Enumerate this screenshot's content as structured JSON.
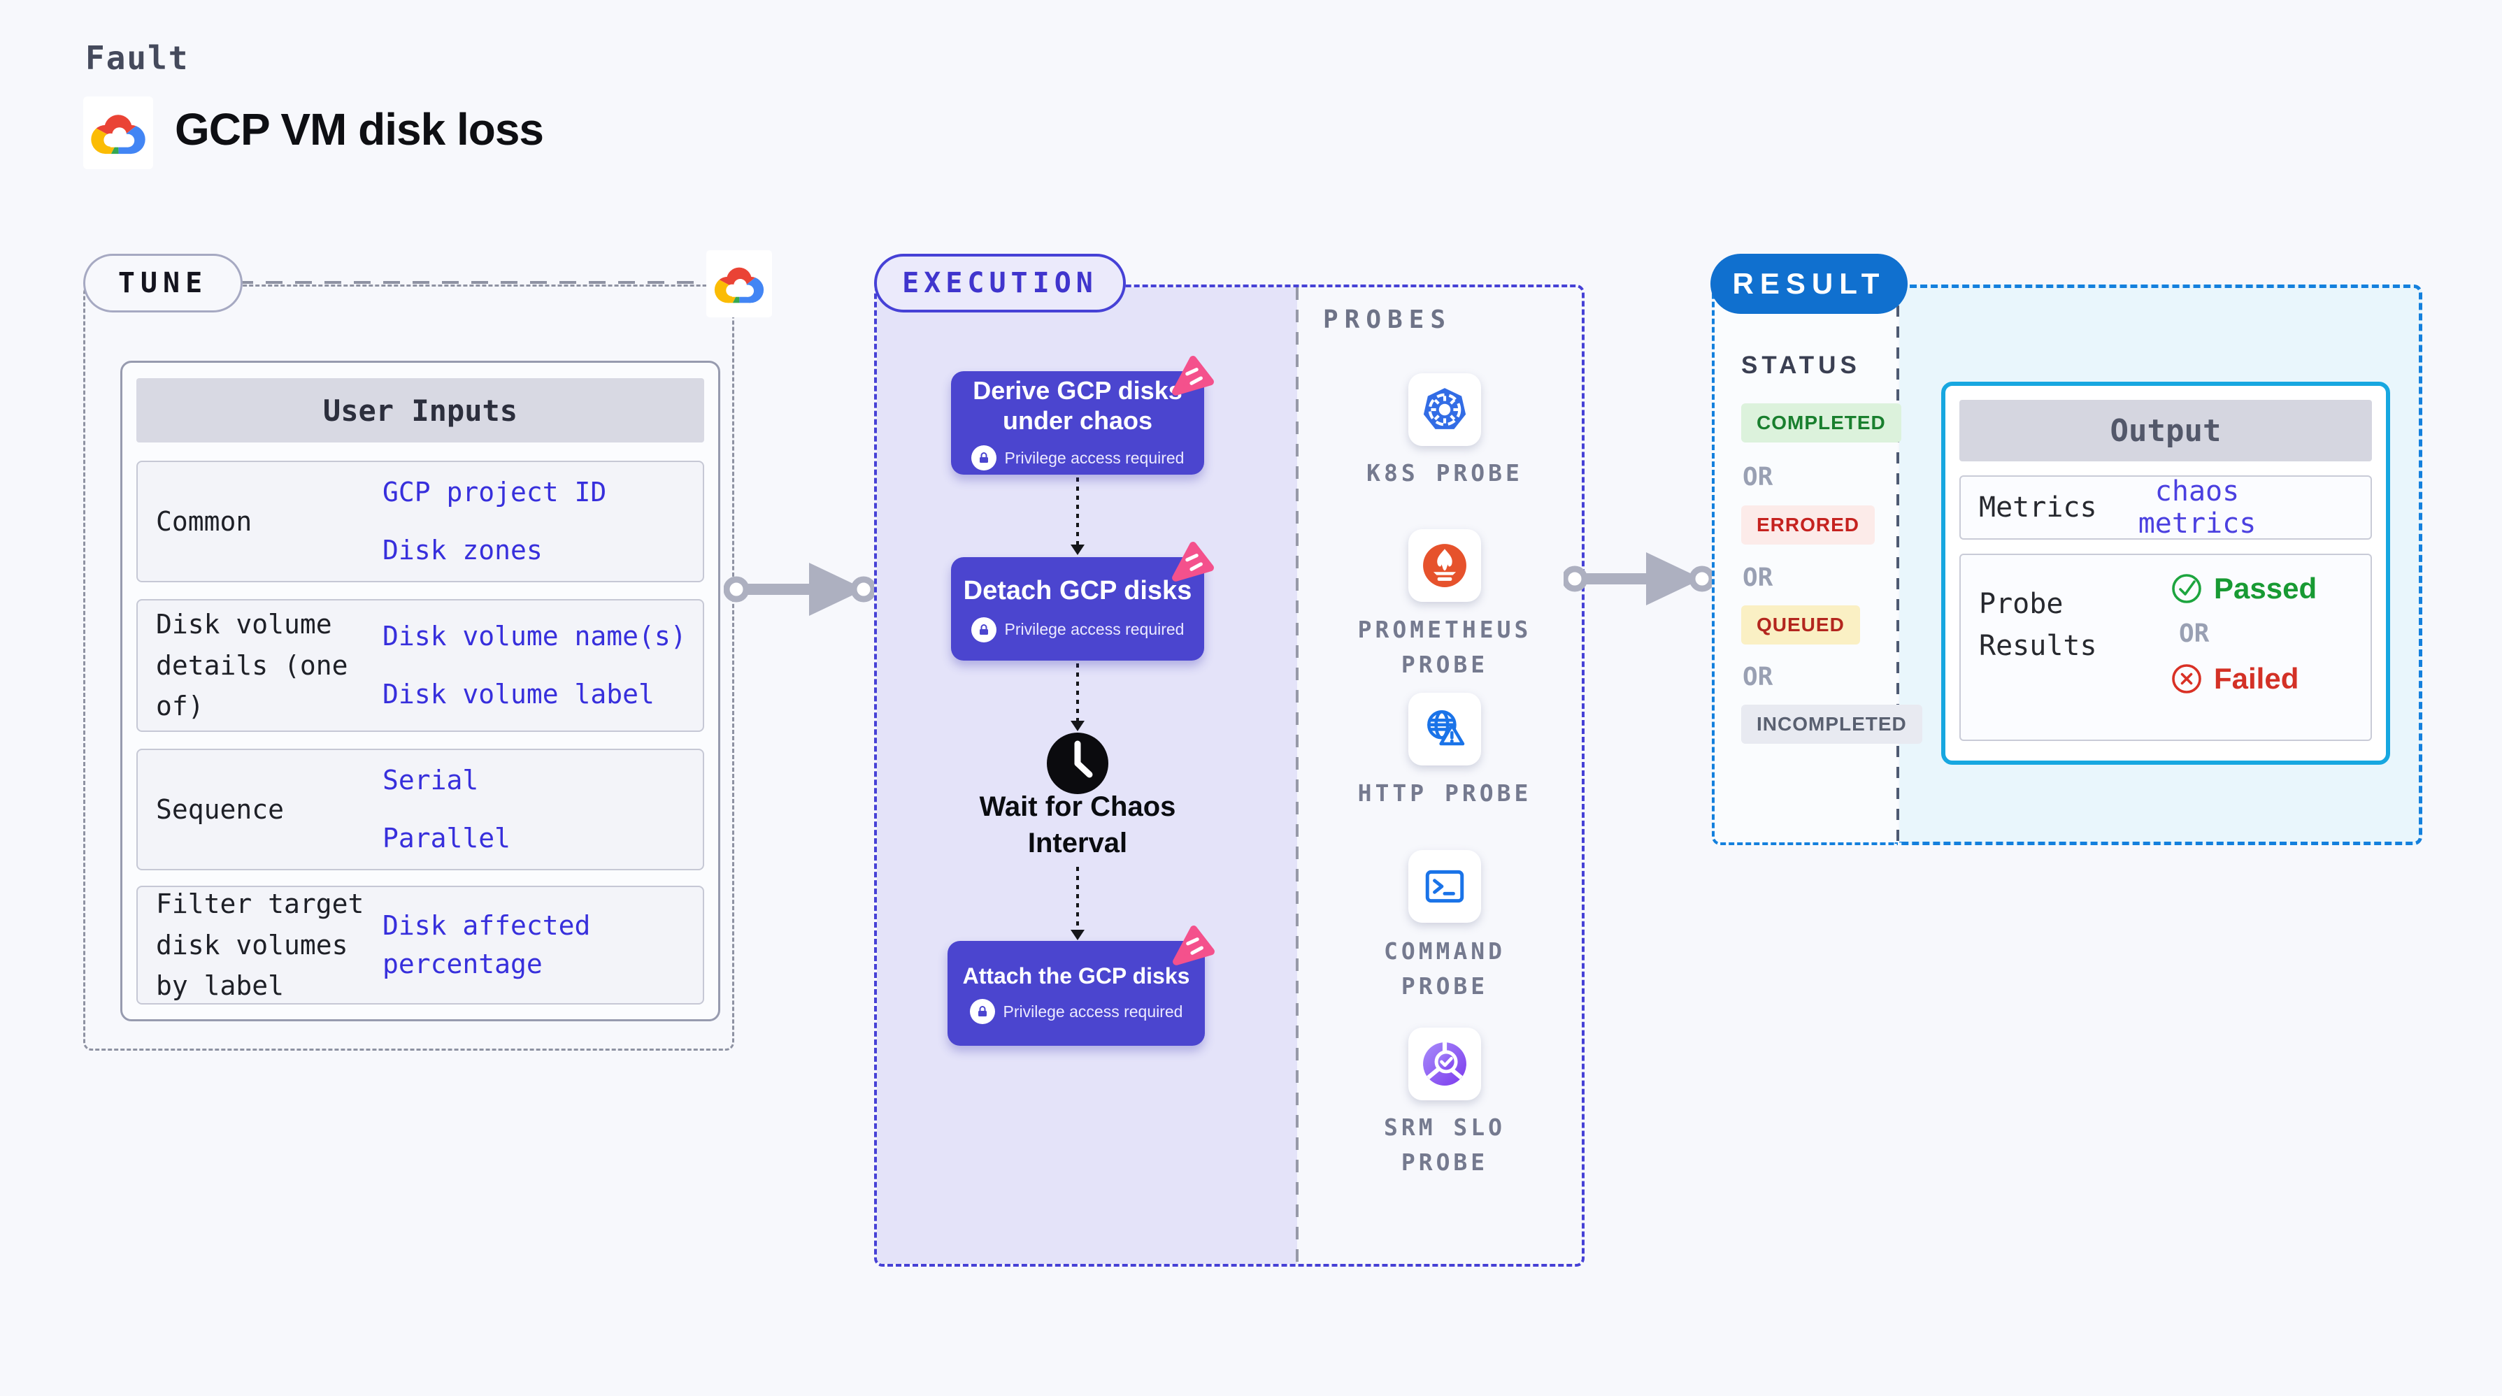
{
  "header": {
    "kicker": "Fault",
    "title": "GCP VM disk loss"
  },
  "tune": {
    "badge": "TUNE",
    "table": {
      "header": "User Inputs",
      "rows": [
        {
          "label": "Common",
          "values": [
            "GCP project ID",
            "Disk zones"
          ]
        },
        {
          "label": "Disk volume details (one of)",
          "values": [
            "Disk volume name(s)",
            "Disk volume label"
          ]
        },
        {
          "label": "Sequence",
          "values": [
            "Serial",
            "Parallel"
          ]
        },
        {
          "label": "Filter target disk volumes by label",
          "values": [
            "Disk affected percentage"
          ]
        }
      ]
    }
  },
  "execution": {
    "badge": "EXECUTION",
    "steps": [
      {
        "title": "Derive GCP disks under chaos",
        "note": "Privilege access required"
      },
      {
        "title": "Detach GCP disks",
        "note": "Privilege access required"
      },
      {
        "title": "Attach the GCP disks",
        "note": "Privilege access required"
      }
    ],
    "wait_label": "Wait for Chaos Interval"
  },
  "probes": {
    "heading": "PROBES",
    "items": [
      {
        "label": "K8S PROBE",
        "icon": "kubernetes-icon"
      },
      {
        "label": "PROMETHEUS PROBE",
        "icon": "prometheus-icon"
      },
      {
        "label": "HTTP PROBE",
        "icon": "http-globe-warning-icon"
      },
      {
        "label": "COMMAND PROBE",
        "icon": "terminal-icon"
      },
      {
        "label": "SRM SLO PROBE",
        "icon": "srm-slo-pie-check-icon"
      }
    ]
  },
  "result": {
    "badge": "RESULT",
    "status_heading": "STATUS",
    "or_label": "OR",
    "statuses": [
      {
        "label": "COMPLETED",
        "fg": "#197f2e",
        "bg": "#dcf2dc"
      },
      {
        "label": "ERRORED",
        "fg": "#c5221f",
        "bg": "#fcebe9"
      },
      {
        "label": "QUEUED",
        "fg": "#b3261e",
        "bg": "#faf0c4"
      },
      {
        "label": "INCOMPLETED",
        "fg": "#596070",
        "bg": "#e8eaf1"
      }
    ],
    "output": {
      "header": "Output",
      "metrics_label": "Metrics",
      "metrics_value": "chaos metrics",
      "probe_results_label": "Probe Results",
      "passed_label": "Passed",
      "failed_label": "Failed"
    }
  },
  "colors": {
    "page_bg": "#f7f8fc",
    "execution_accent": "#4641d6",
    "execution_fill": "#e4e3f9",
    "node_fill": "#4b45cf",
    "chaos_pink": "#f4518c",
    "result_blue": "#1480dd",
    "result_pill": "#1070cf",
    "output_border": "#17a7e0",
    "value_blue": "#372fdc",
    "passed_green": "#189a33",
    "failed_red": "#d33126",
    "kubernetes_blue": "#326ce5",
    "prometheus_orange": "#e6522c",
    "http_blue": "#1a73e8",
    "srm_purple": "#7c3aed"
  }
}
